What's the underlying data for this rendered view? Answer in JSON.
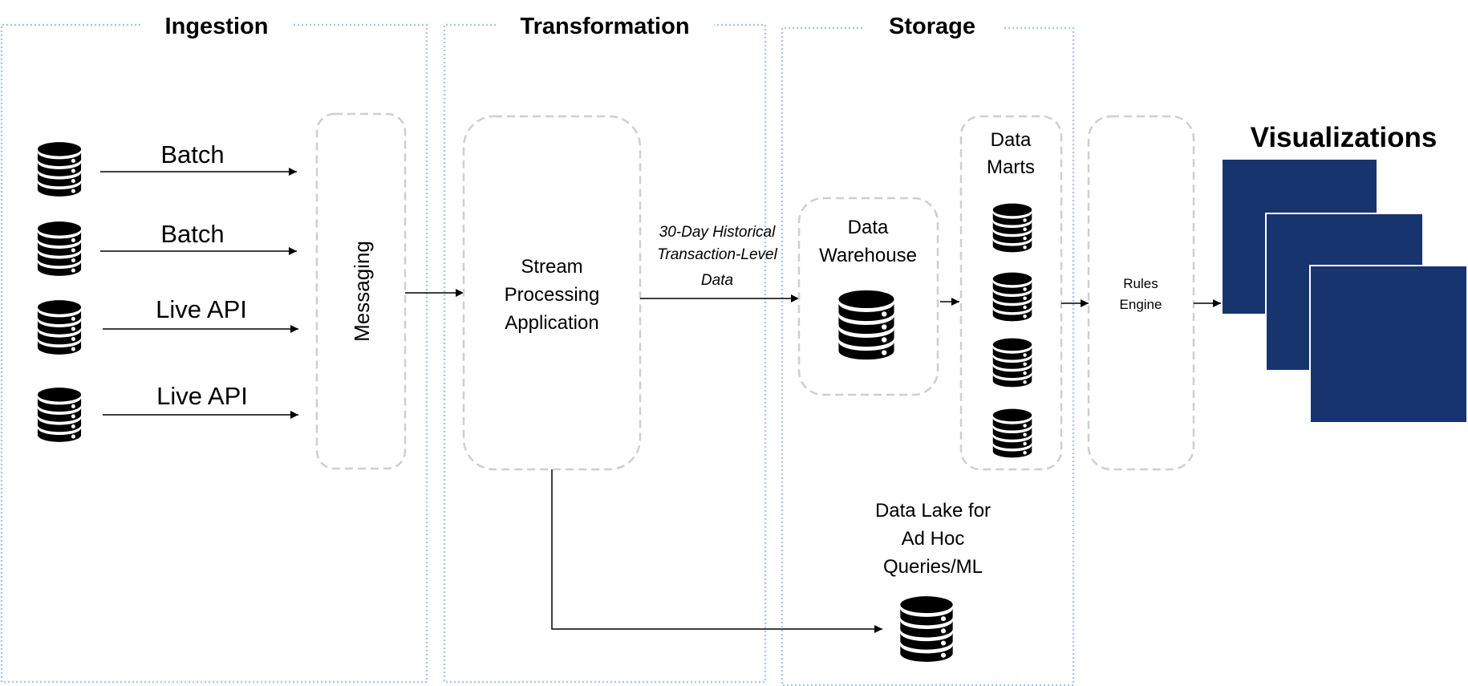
{
  "sections": {
    "ingestion": "Ingestion",
    "transformation": "Transformation",
    "storage": "Storage"
  },
  "sources": [
    {
      "label": "Batch",
      "icon": "database-icon"
    },
    {
      "label": "Batch",
      "icon": "database-icon"
    },
    {
      "label": "Live API",
      "icon": "database-icon"
    },
    {
      "label": "Live API",
      "icon": "database-icon"
    }
  ],
  "messaging": "Messaging",
  "stream_processing": {
    "line1": "Stream",
    "line2": "Processing",
    "line3": "Application"
  },
  "historical_edge": {
    "line1": "30-Day Historical",
    "line2": "Transaction-Level",
    "line3": "Data"
  },
  "data_warehouse": {
    "line1": "Data",
    "line2": "Warehouse",
    "icon": "database-icon"
  },
  "data_marts": {
    "line1": "Data",
    "line2": "Marts",
    "icon": "database-icon"
  },
  "rules_engine": {
    "line1": "Rules",
    "line2": "Engine"
  },
  "visualizations": {
    "title": "Visualizations",
    "color": "#17346f"
  },
  "data_lake": {
    "line1": "Data Lake for",
    "line2": "Ad Hoc",
    "line3": "Queries/ML",
    "icon": "database-icon"
  },
  "colors": {
    "section_border": "#a9c7e8",
    "box_border": "#cfcfcf",
    "icon": "#000000"
  }
}
